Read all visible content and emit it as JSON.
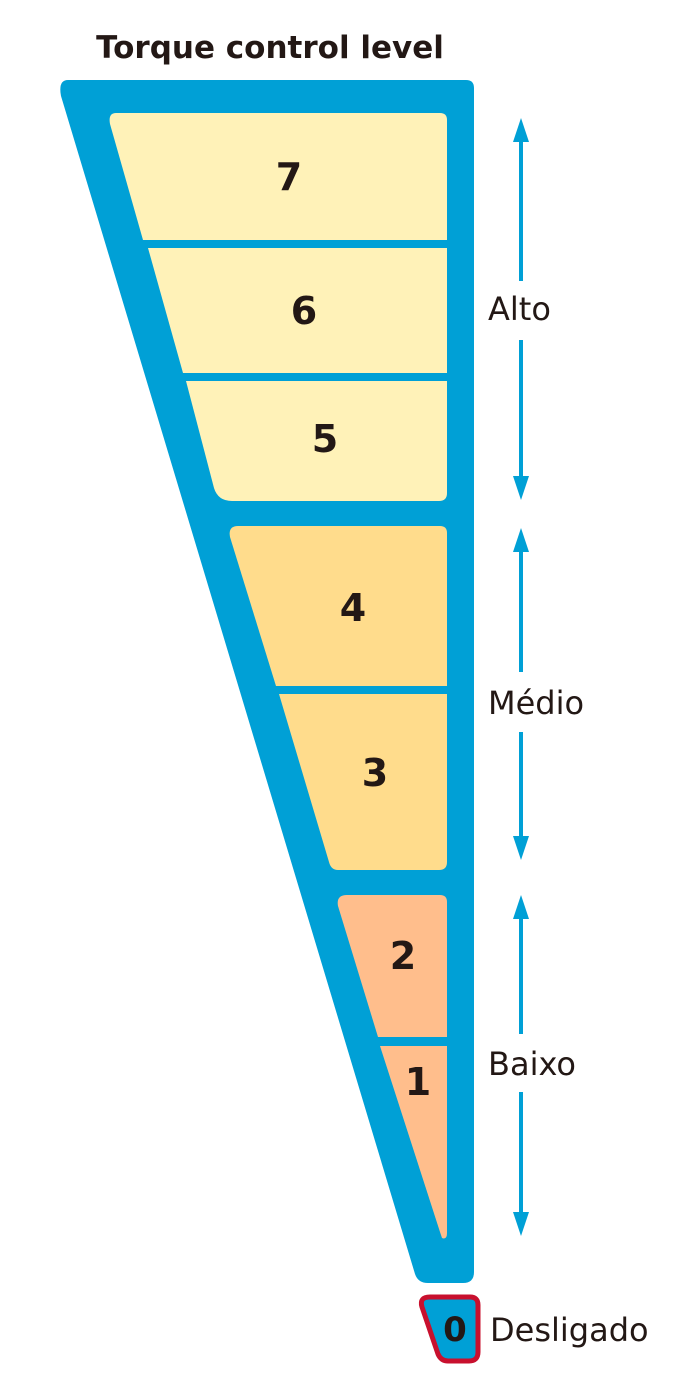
{
  "title": "Torque control level",
  "levels": [
    {
      "value": "7",
      "group": "Alto"
    },
    {
      "value": "6",
      "group": "Alto"
    },
    {
      "value": "5",
      "group": "Alto"
    },
    {
      "value": "4",
      "group": "Médio"
    },
    {
      "value": "3",
      "group": "Médio"
    },
    {
      "value": "2",
      "group": "Baixo"
    },
    {
      "value": "1",
      "group": "Baixo"
    }
  ],
  "groups": {
    "high": "Alto",
    "medium": "Médio",
    "low": "Baixo"
  },
  "off": {
    "value": "0",
    "label": "Desligado"
  },
  "colors": {
    "frame": "#00A0D6",
    "high_fill": "#FFF2B8",
    "medium_fill": "#FFDC8C",
    "low_fill": "#FFBE8C",
    "off_border": "#C8102E",
    "arrow": "#00A0D6",
    "text": "#231815"
  }
}
